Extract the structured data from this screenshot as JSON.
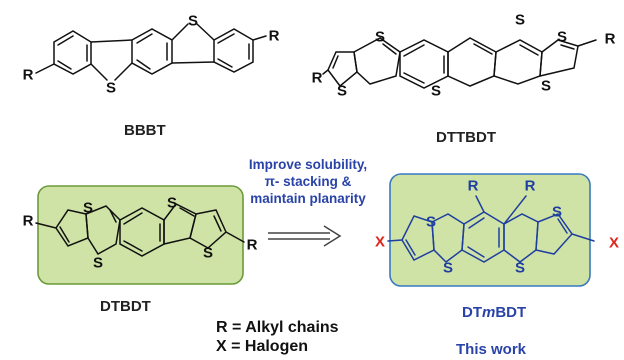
{
  "molecules": {
    "bbbt": {
      "name": "BBBT",
      "atoms": [
        "S",
        "S",
        "R",
        "R"
      ]
    },
    "dttbdt": {
      "name": "DTTBDT",
      "atoms": [
        "S",
        "S",
        "S",
        "S",
        "S",
        "S",
        "R",
        "R"
      ]
    },
    "dtbdt": {
      "name": "DTBDT",
      "atoms": [
        "S",
        "S",
        "S",
        "S",
        "R",
        "R"
      ]
    },
    "dtmbdt": {
      "name_prefix": "DT",
      "name_italic": "m",
      "name_suffix": "BDT",
      "atoms": [
        "R",
        "R",
        "S",
        "S",
        "S",
        "S",
        "X",
        "X"
      ],
      "tag": "This work"
    }
  },
  "annotation": {
    "lines": [
      "Improve solubility,",
      "π- stacking &",
      "maintain planarity"
    ]
  },
  "legend": [
    "R = Alkyl chains",
    "X = Halogen"
  ],
  "colors": {
    "box_fill": "#cfe3a6",
    "box_border_left": "#6a9a3a",
    "box_border_right": "#3a78c0",
    "annotation_text": "#3a49b5",
    "halogen": "#e0241b",
    "right_atoms": "#1f3fa0"
  }
}
